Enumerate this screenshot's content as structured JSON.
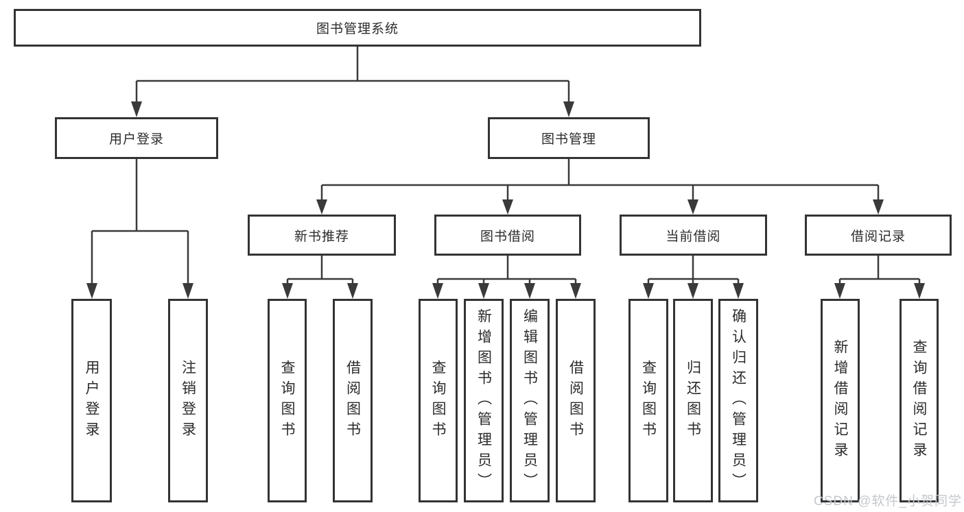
{
  "diagram": {
    "title": "图书管理系统",
    "colors": {
      "line": "#3a3a3a",
      "box_border": "#333333",
      "text": "#2b2b2b",
      "background": "#ffffff",
      "watermark_text": "#c4c8cc"
    },
    "nodes": {
      "root": "图书管理系统",
      "user_login": "用户登录",
      "book_management": "图书管理",
      "login_user": "用户登录",
      "login_logout": "注销登录",
      "new_book_recommend": "新书推荐",
      "book_borrow": "图书借阅",
      "current_borrow": "当前借阅",
      "borrow_records": "借阅记录",
      "recommend_query": "查询图书",
      "recommend_borrow": "借阅图书",
      "borrow_query": "查询图书",
      "borrow_add": "新增图书（管理员）",
      "borrow_edit": "编辑图书（管理员）",
      "borrow_lend": "借阅图书",
      "current_query": "查询图书",
      "current_return": "归还图书",
      "current_confirm": "确认归还（管理员）",
      "records_add": "新增借阅记录",
      "records_query": "查询借阅记录"
    }
  },
  "watermark": {
    "text": "CSDN @软件_小贺同学"
  }
}
